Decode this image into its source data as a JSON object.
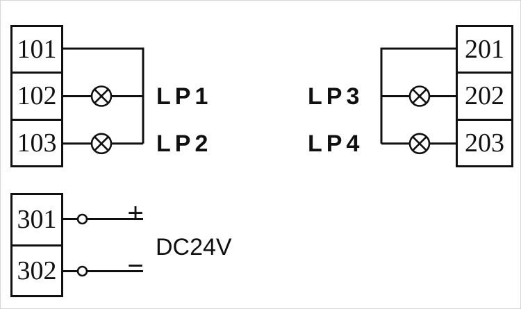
{
  "blocks": {
    "left": {
      "terminals": [
        "101",
        "102",
        "103"
      ]
    },
    "right": {
      "terminals": [
        "201",
        "202",
        "203"
      ]
    },
    "power": {
      "terminals": [
        "301",
        "302"
      ]
    }
  },
  "lamps": [
    {
      "label": "LP1"
    },
    {
      "label": "LP2"
    },
    {
      "label": "LP3"
    },
    {
      "label": "LP4"
    }
  ],
  "power_supply": {
    "label": "DC24V",
    "positive": "+",
    "negative": "−"
  },
  "colors": {
    "line": "#101010",
    "background": "#ffffff"
  }
}
